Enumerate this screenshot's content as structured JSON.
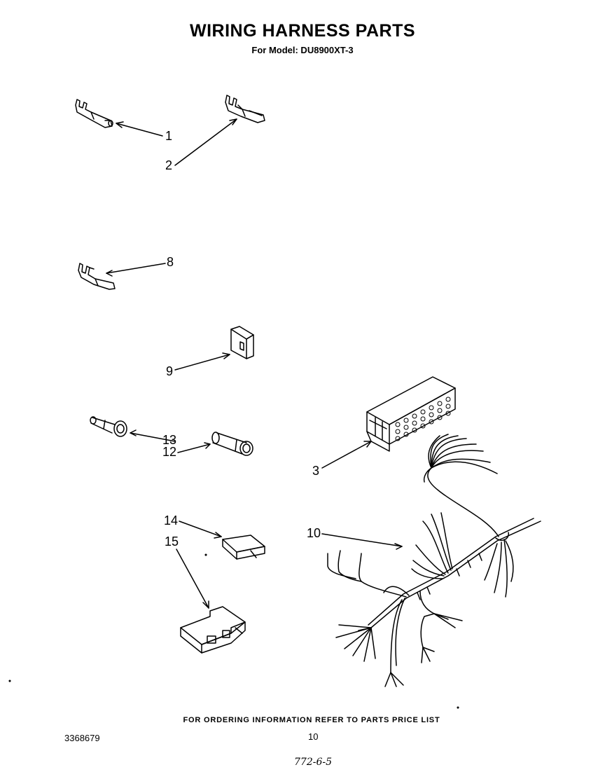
{
  "header": {
    "title": "WIRING HARNESS PARTS",
    "model_line": "For Model: DU8900XT-3"
  },
  "callouts": {
    "c1": "1",
    "c2": "2",
    "c8": "8",
    "c9": "9",
    "c13": "13",
    "c12": "12",
    "c3": "3",
    "c14": "14",
    "c15": "15",
    "c10": "10"
  },
  "footer": {
    "ordering_note": "FOR ORDERING INFORMATION REFER TO PARTS PRICE LIST",
    "doc_number": "3368679",
    "page_number": "10",
    "handwritten_note": "772-6-5"
  }
}
